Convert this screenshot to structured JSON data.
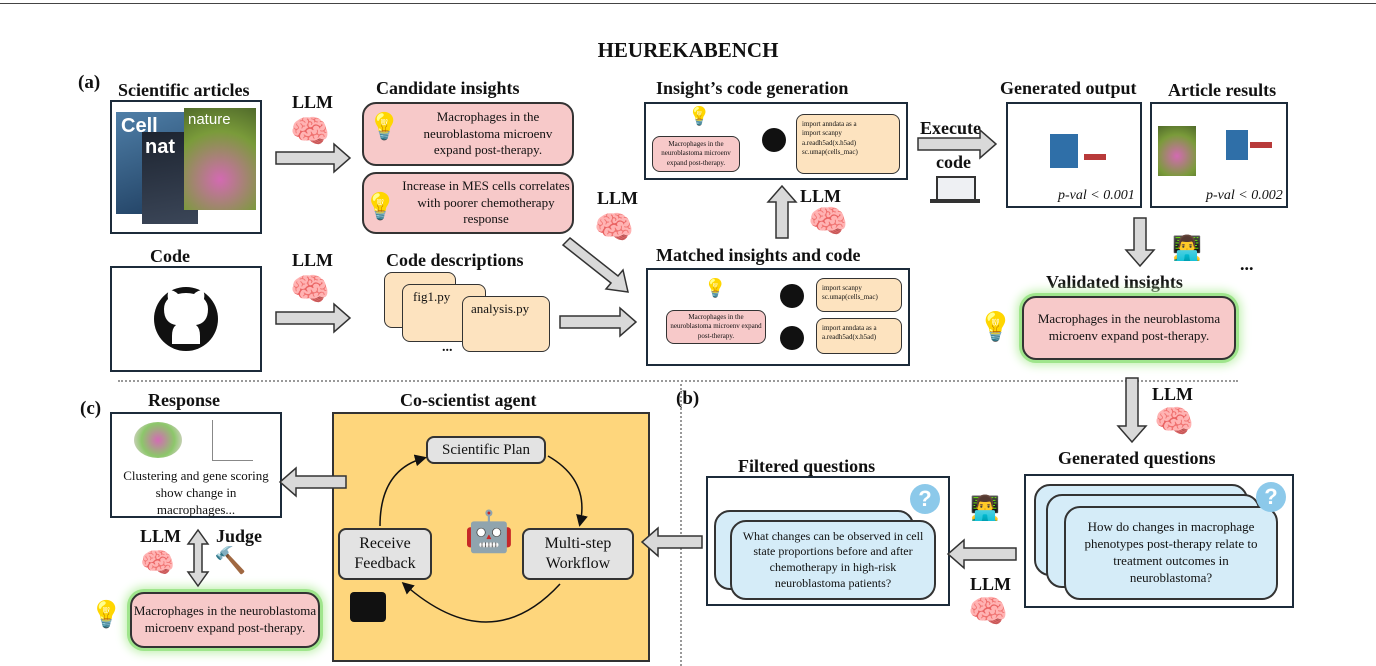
{
  "title": "HEUREKABENCH",
  "panels": {
    "a": "(a)",
    "b": "(b)",
    "c": "(c)"
  },
  "headings": {
    "scientific_articles": "Scientific articles",
    "candidate_insights": "Candidate insights",
    "insight_code_generation": "Insight’s code generation",
    "generated_output": "Generated output",
    "article_results": "Article results",
    "code": "Code",
    "code_descriptions": "Code descriptions",
    "matched_insights": "Matched insights and code",
    "validated_insights": "Validated insights",
    "response": "Response",
    "co_scientist_agent": "Co-scientist agent",
    "filtered_questions": "Filtered questions",
    "generated_questions": "Generated questions"
  },
  "llm": "LLM",
  "judge": "Judge",
  "execute": "Execute",
  "code_word": "code",
  "ellipsis": "...",
  "journal_covers": {
    "cell": "Cell",
    "nature": "nature",
    "nat": "nat"
  },
  "insights": {
    "macrophages": "Macrophages in the neuroblastoma microenv expand post-therapy.",
    "mes": "Increase in MES cells correlates with poorer chemotherapy response"
  },
  "code_files": {
    "fig1": "fig1.py",
    "analysis": "analysis.py"
  },
  "code_snippets": {
    "gen": "import anndata as a\nimport scanpy\na.readh5ad(x.h5ad)\nsc.umap(cells_mac)",
    "match1": "import scanpy\nsc.umap(cells_mac)",
    "match2": "import anndata as a\na.readh5ad(x.h5ad)"
  },
  "pvals": {
    "generated": "p-val < 0.001",
    "article": "p-val < 0.002"
  },
  "agent": {
    "plan": "Scientific Plan",
    "feedback": "Receive Feedback",
    "workflow": "Multi-step Workflow"
  },
  "response_text": "Clustering and gene scoring show change in macrophages...",
  "questions": {
    "filtered": "What changes can be observed in cell state proportions before and after chemotherapy in high-risk neuroblastoma patients?",
    "generated": "How do changes in macrophage phenotypes post-therapy relate to treatment outcomes in neuroblastoma?"
  },
  "qmark": "?"
}
